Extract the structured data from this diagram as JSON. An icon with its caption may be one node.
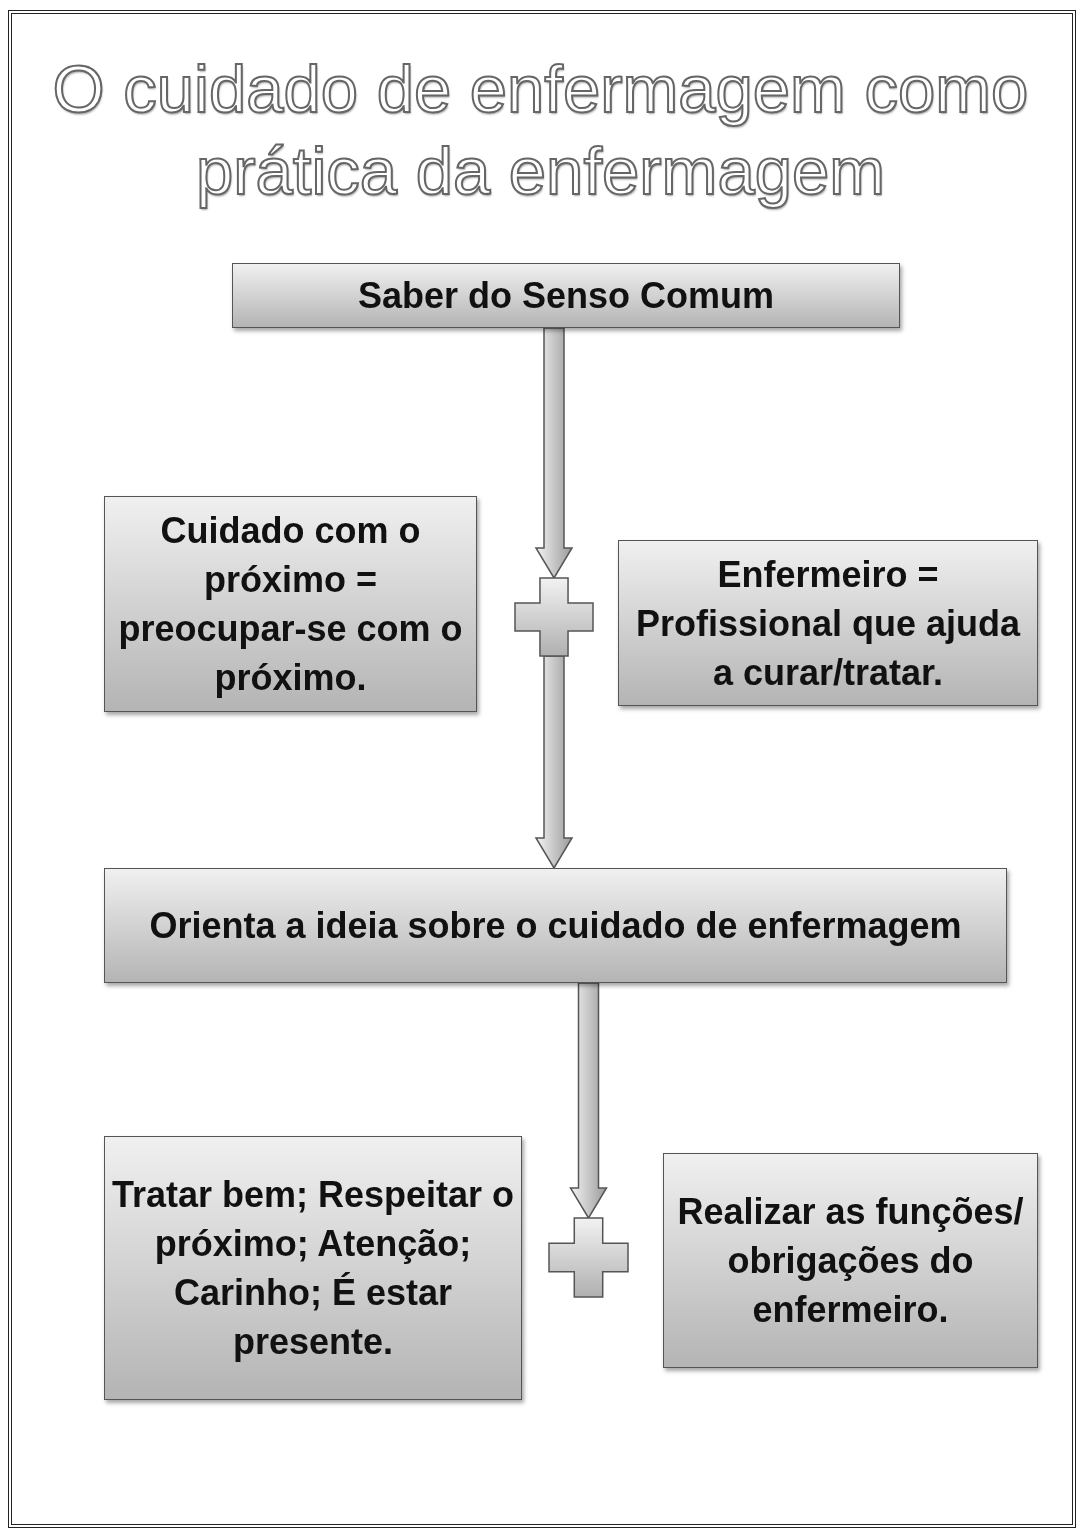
{
  "diagram": {
    "title": "O cuidado de enfermagem como prática da enfermagem",
    "nodes": [
      {
        "text": [
          "Saber do Senso Comum"
        ]
      },
      {
        "text": [
          "Cuidado com o próximo = preocupar-se com o próximo."
        ]
      },
      {
        "text": [],
        "shape": "plus"
      },
      {
        "text": [
          "Enfermeiro = Profissional que ajuda a curar/tratar."
        ]
      },
      {
        "text": [
          "Orienta a ideia sobre o cuidado de enfermagem"
        ]
      },
      {
        "text": [
          "Tratar bem; Respeitar o próximo; Atenção; Carinho; É estar presente."
        ]
      },
      {
        "text": [],
        "shape": "plus"
      },
      {
        "text": [
          "Realizar as funções/ obrigações do enfermeiro."
        ]
      }
    ],
    "edges": [
      {
        "from": 0,
        "to": 2,
        "arrow": "to"
      },
      {
        "from": 2,
        "to": 4,
        "arrow": "to"
      },
      {
        "from": 4,
        "to": 6,
        "arrow": "to"
      }
    ]
  }
}
